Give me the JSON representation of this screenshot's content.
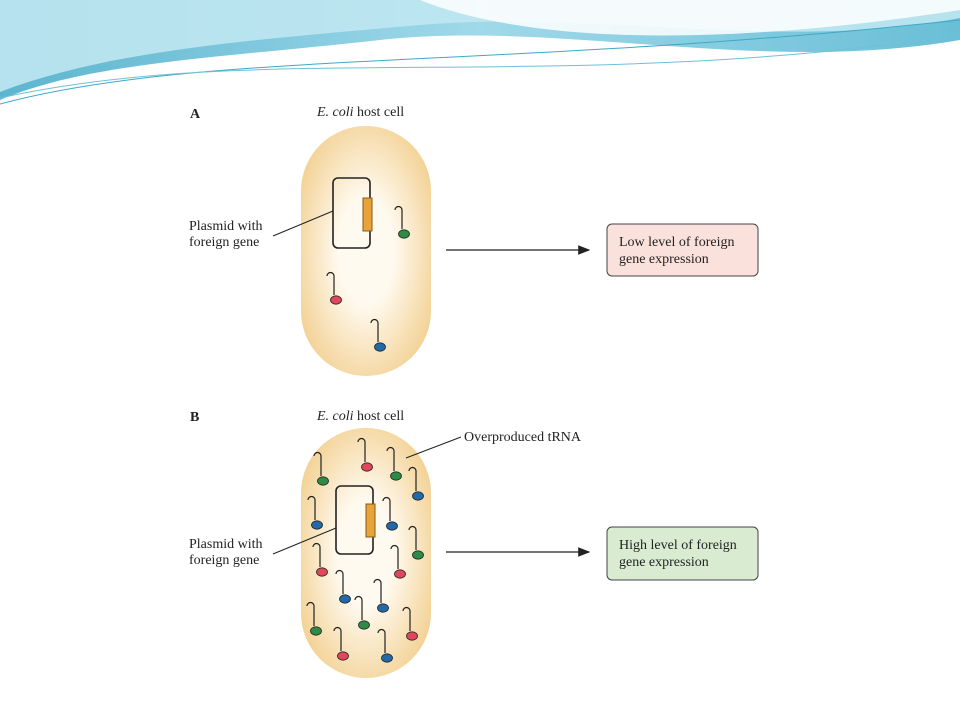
{
  "panel_a": {
    "letter": "A",
    "host_cell_italic": "E. coli",
    "host_cell_rest": " host cell",
    "plasmid_label_line1": "Plasmid with",
    "plasmid_label_line2": "foreign gene",
    "result_line1": "Low level of foreign",
    "result_line2": "gene expression"
  },
  "panel_b": {
    "letter": "B",
    "host_cell_italic": "E. coli",
    "host_cell_rest": " host cell",
    "trna_label": "Overproduced tRNA",
    "plasmid_label_line1": "Plasmid with",
    "plasmid_label_line2": "foreign gene",
    "result_line1": "High level of foreign",
    "result_line2": "gene expression"
  },
  "colors": {
    "cell_edge": "#f2cf8f",
    "cell_center": "#fffaf0",
    "gene": "#e8a33a",
    "trna_red": "#e0475c",
    "trna_green": "#2e8b45",
    "trna_blue": "#2369a8",
    "low_box_fill": "#fbe1dc",
    "high_box_fill": "#d9ecd2",
    "banner_light": "#bfe7f1",
    "banner_dark": "#3fa8c6"
  }
}
